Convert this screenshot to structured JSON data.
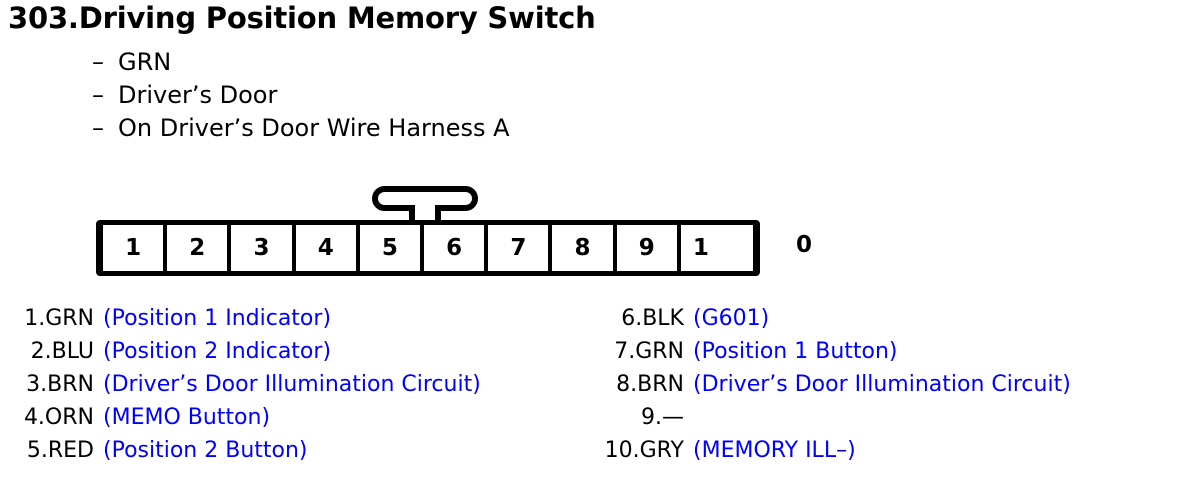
{
  "title": "303.Driving Position Memory Switch",
  "attributes": {
    "dash": "–",
    "items": [
      "GRN",
      "Driver’s Door",
      "On Driver’s Door Wire Harness A"
    ]
  },
  "connector": {
    "name": "10-pin connector",
    "pin_labels": [
      "1",
      "2",
      "3",
      "4",
      "5",
      "6",
      "7",
      "8",
      "9",
      "1"
    ],
    "overflow_digit": "0",
    "latch": "latch-tab"
  },
  "legend": {
    "left": [
      {
        "pin": "1.GRN",
        "desc": "(Position 1 Indicator)"
      },
      {
        "pin": "2.BLU",
        "desc": "(Position 2 Indicator)"
      },
      {
        "pin": "3.BRN",
        "desc": "(Driver’s Door Illumination Circuit)"
      },
      {
        "pin": "4.ORN",
        "desc": "(MEMO Button)"
      },
      {
        "pin": "5.RED",
        "desc": "(Position 2 Button)"
      }
    ],
    "right": [
      {
        "pin": "6.BLK",
        "desc": "(G601)"
      },
      {
        "pin": "7.GRN",
        "desc": "(Position 1 Button)"
      },
      {
        "pin": "8.BRN",
        "desc": "(Driver’s Door Illumination Circuit)"
      },
      {
        "pin": "9.—",
        "desc": ""
      },
      {
        "pin": "10.GRY",
        "desc": "(MEMORY ILL–)"
      }
    ]
  },
  "colors": {
    "text": "#000000",
    "description": "#0000ff",
    "background": "#ffffff"
  }
}
